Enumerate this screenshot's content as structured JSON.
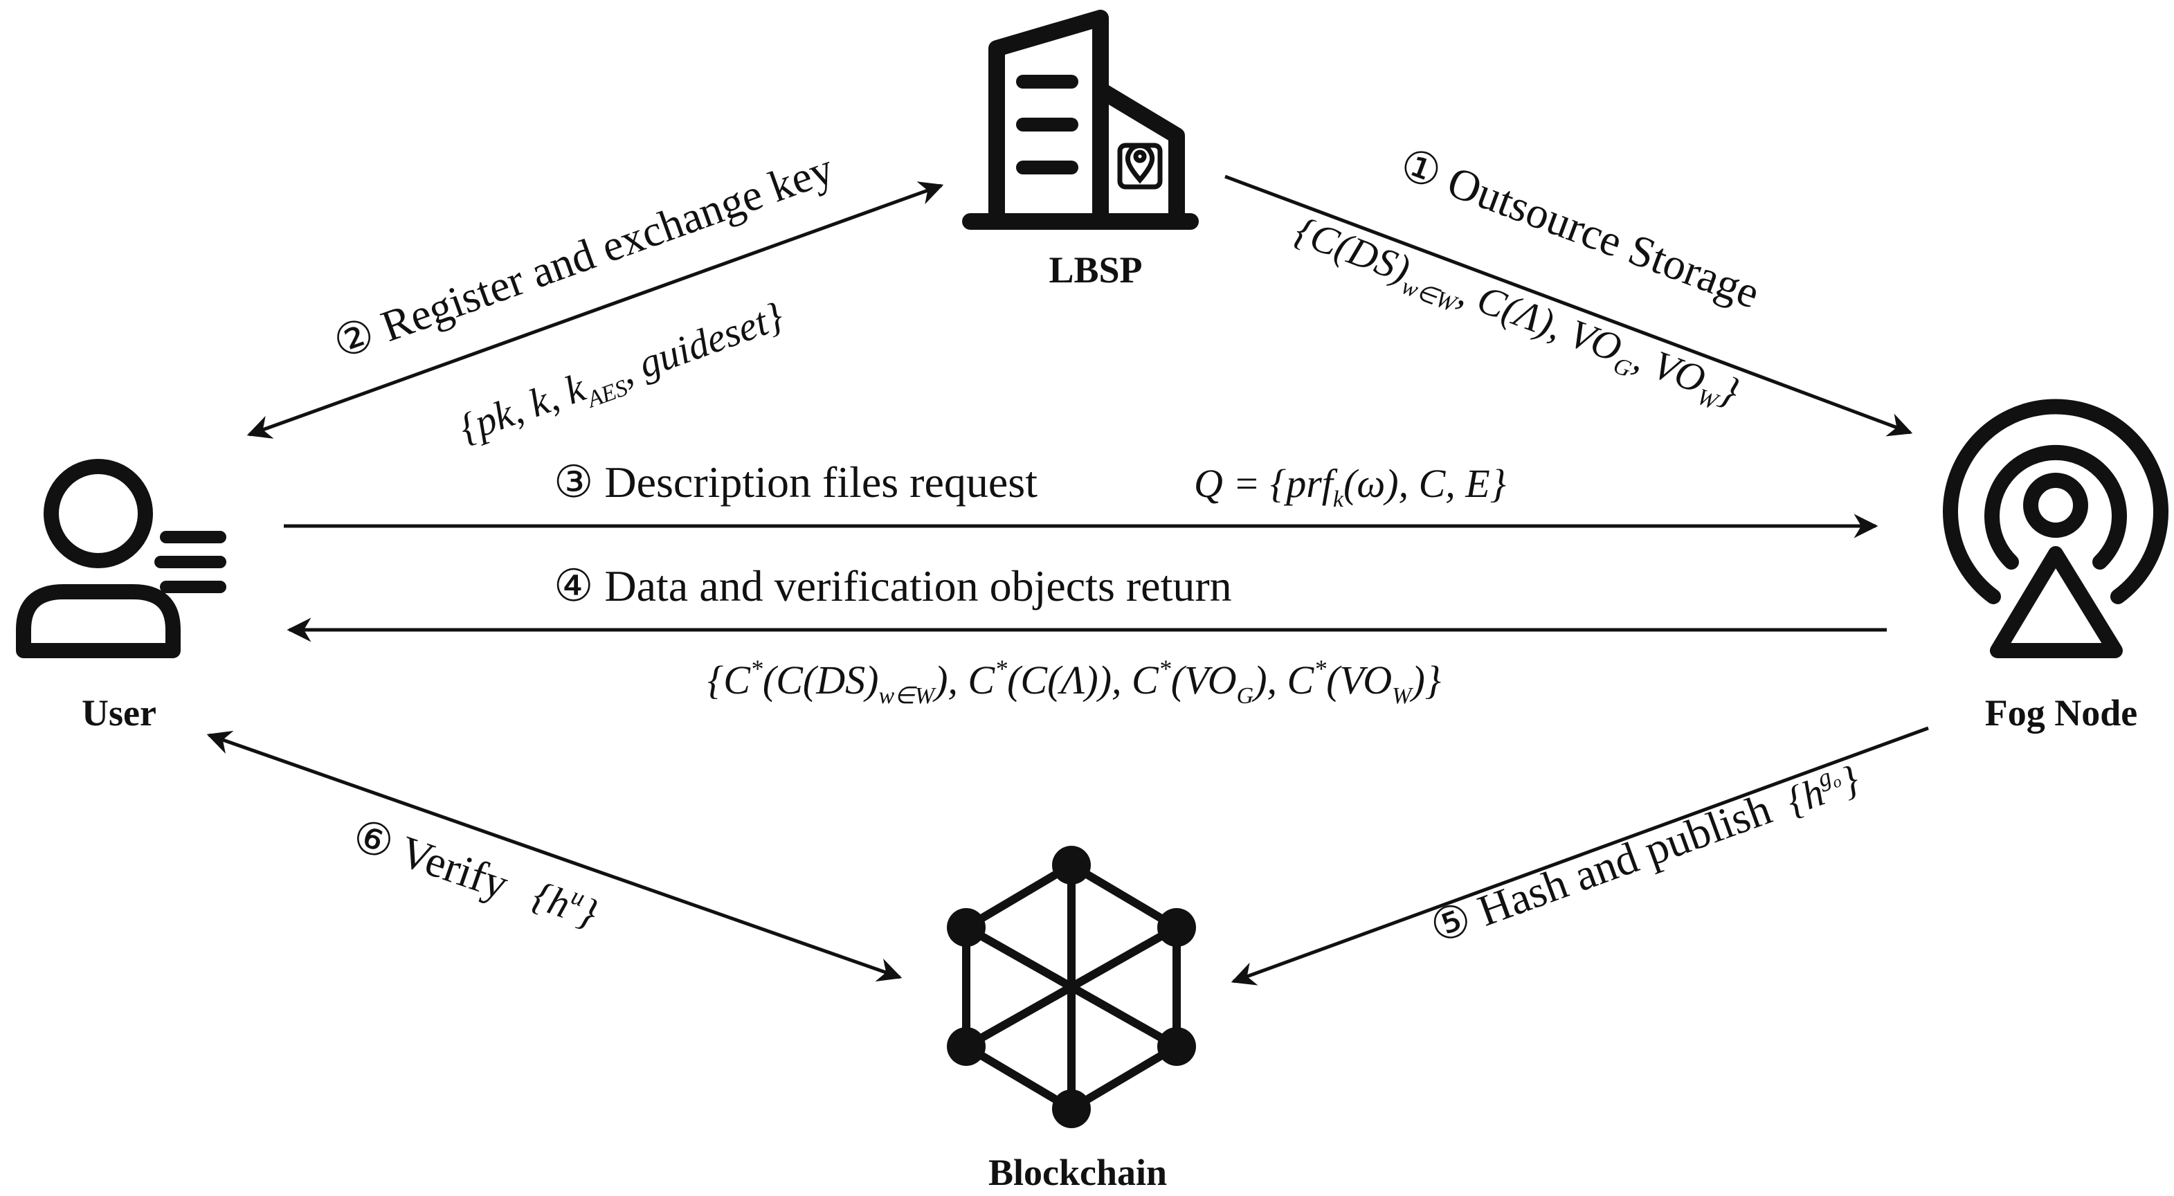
{
  "entities": {
    "lbsp": "LBSP",
    "user": "User",
    "fog_node": "Fog Node",
    "blockchain": "Blockchain"
  },
  "steps": {
    "s1": {
      "label": "① Outsource Storage"
    },
    "s2": {
      "label": "② Register and exchange key"
    },
    "s3": {
      "label": "③ Description files request"
    },
    "s4": {
      "label": "④ Data and verification objects return"
    },
    "s5": {
      "label": "⑤ Hash and publish"
    },
    "s6": {
      "label": "⑥ Verify"
    }
  },
  "formulas": {
    "f1": {
      "a": "{C(DS)",
      "a_sub": "w∈W",
      "b": ", C(Λ), VO",
      "b_sub": "G",
      "c": ", VO",
      "c_sub": "W",
      "d": "}"
    },
    "f2": {
      "a": "{pk, k, k",
      "a_sub": "AES",
      "b": ", guideset}"
    },
    "f3": {
      "a": "Q = {prf",
      "a_sub": "k",
      "b": "(ω), C, E}"
    },
    "f4": {
      "p1": "{C",
      "p1_sup": "*",
      "p2": "(C(DS)",
      "p2_sub": "w∈W",
      "p3": "), C",
      "p3_sup": "*",
      "p4": "(C(Λ)), C",
      "p4_sup": "*",
      "p5": "(VO",
      "p5_sub": "G",
      "p6": "), C",
      "p6_sup": "*",
      "p7": "(VO",
      "p7_sub": "W",
      "p8": ")}"
    },
    "f5": {
      "a": "{h",
      "a_sup": "g",
      "a_sup_sub": "o",
      "b": "}"
    },
    "f6": {
      "a": "{h",
      "a_sup": "u",
      "b": "}"
    }
  }
}
